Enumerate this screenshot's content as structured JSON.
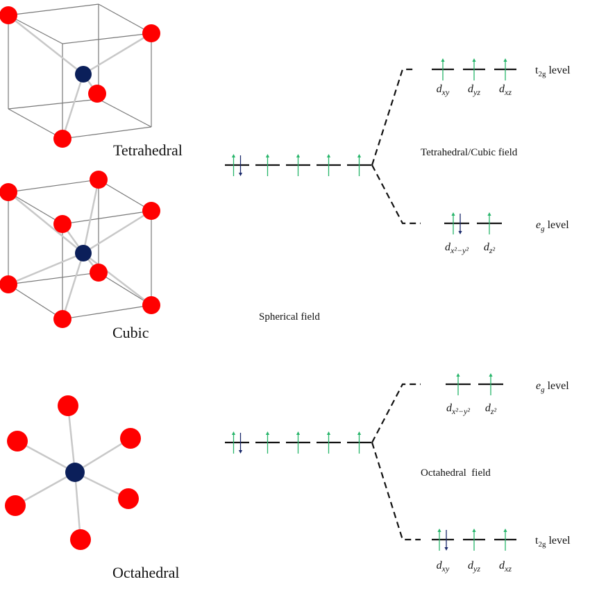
{
  "geometries": [
    {
      "id": "tetrahedral",
      "label": "Tetrahedral"
    },
    {
      "id": "cubic",
      "label": "Cubic"
    },
    {
      "id": "octahedral",
      "label": "Octahedral"
    }
  ],
  "diagrams": [
    {
      "id": "tetrahedral-cubic",
      "spherical_electrons": [
        "ud",
        "u",
        "u",
        "u",
        "u"
      ],
      "field_label": "Tetrahedral/Cubic field",
      "upper": {
        "name": "t",
        "sub": "2g",
        "word": " level",
        "electrons": [
          "u",
          "u",
          "u"
        ],
        "orbitals": [
          {
            "base": "d",
            "sub": "xy"
          },
          {
            "base": "d",
            "sub": "yz"
          },
          {
            "base": "d",
            "sub": "xz"
          }
        ]
      },
      "lower": {
        "name": "e",
        "sub": "g",
        "word": " level",
        "electrons": [
          "ud",
          "u"
        ],
        "orbitals": [
          {
            "base": "d",
            "sub": "x²−y²"
          },
          {
            "base": "d",
            "sub": "z²"
          }
        ]
      }
    },
    {
      "id": "octahedral",
      "spherical_electrons": [
        "ud",
        "u",
        "u",
        "u",
        "u"
      ],
      "field_label": "Octahedral  field",
      "upper": {
        "name": "e",
        "sub": "g",
        "word": " level",
        "electrons": [
          "u",
          "u"
        ],
        "orbitals": [
          {
            "base": "d",
            "sub": "x²−y²"
          },
          {
            "base": "d",
            "sub": "z²"
          }
        ]
      },
      "lower": {
        "name": "t",
        "sub": "2g",
        "word": " level",
        "electrons": [
          "ud",
          "u",
          "u"
        ],
        "orbitals": [
          {
            "base": "d",
            "sub": "xy"
          },
          {
            "base": "d",
            "sub": "yz"
          },
          {
            "base": "d",
            "sub": "xz"
          }
        ]
      }
    }
  ],
  "spherical_label": "Spherical field",
  "colors": {
    "ligand": "#ff0000",
    "metal": "#0b1f5a",
    "spin_up": "#27b56a",
    "spin_down": "#1b2a6b"
  }
}
